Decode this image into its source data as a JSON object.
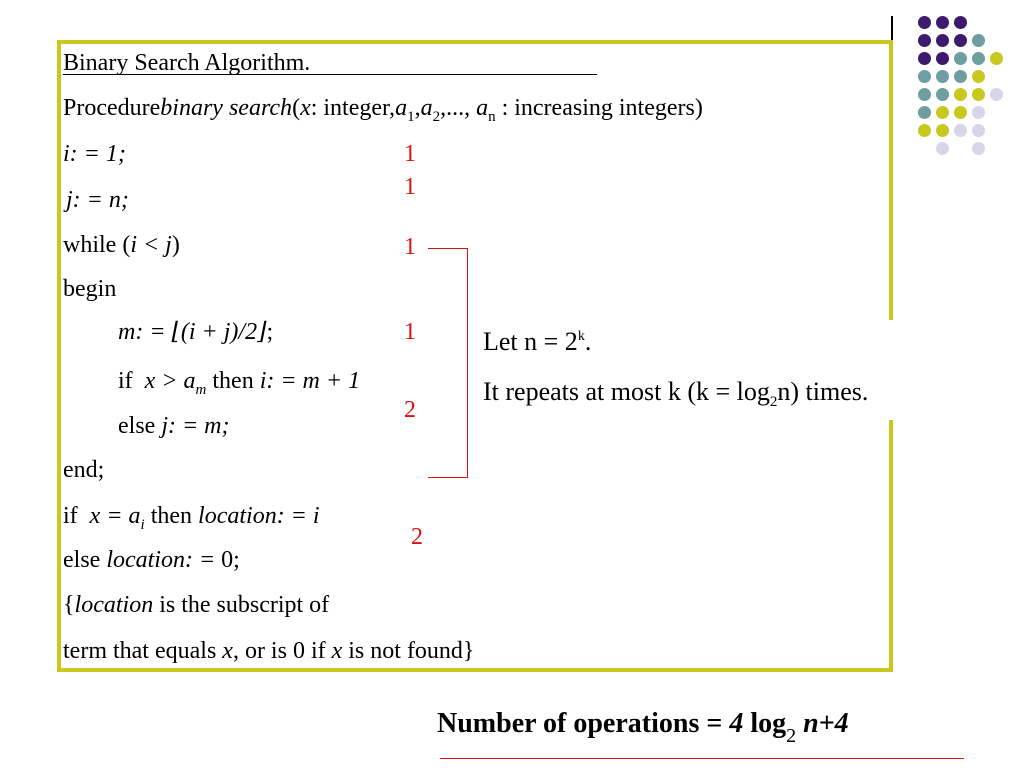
{
  "title": "Binary Search Algorithm.",
  "procedure": {
    "keyword": "Procedure",
    "name": "binary search",
    "open": "(",
    "param_x": "x",
    "type_x": ": integer,",
    "param_a": "a",
    "a1_sub": "1",
    "comma1": ",",
    "a2": "a",
    "a2_sub": "2",
    "ellipsis": ",..., ",
    "an": "a",
    "an_sub": "n",
    "type_a": " : increasing integers)"
  },
  "lines": {
    "l1": "i: = 1;",
    "l2": "j: = n;",
    "l3_kw": "while (",
    "l3_expr": "i < j",
    "l3_close": ")",
    "l4": "begin",
    "l5_a": "m: = ",
    "l5_b": "⌊(i + j)/2⌋",
    "l5_c": ";",
    "l6_kw": "if",
    "l6_x": "x > a",
    "l6_sub": "m",
    "l6_then": " then ",
    "l6_rest": "i: = m + 1",
    "l7_kw": "else ",
    "l7_rest": "j: = m;",
    "l8": "end;",
    "l9_kw": "if",
    "l9_x": "x = a",
    "l9_sub": "i",
    "l9_then": " then ",
    "l9_rest": "location: = i",
    "l10_kw": "else ",
    "l10_loc": "location: = ",
    "l10_val": "0;",
    "l11_open": "{",
    "l11_loc": "location",
    "l11_rest": " is the subscript of",
    "l12_a": "term that equals ",
    "l12_x": "x",
    "l12_b": ", or is 0 if ",
    "l12_x2": "x",
    "l12_c": " is not found}"
  },
  "op_counts": [
    "1",
    "1",
    "1",
    "1",
    "2",
    "2"
  ],
  "callout": {
    "line1_a": "Let  n = 2",
    "line1_sup": "k",
    "line1_b": ".",
    "line2_a": "It  repeats  at most k (k = log",
    "line2_sub": "2",
    "line2_b": "n) times."
  },
  "summary": {
    "label": "Number of operations = ",
    "coef": "4",
    "log": " log",
    "log_sub": "2",
    "rest": " n+4"
  },
  "colors": {
    "frame": "#c8c81e",
    "counts": "#e01010",
    "dot_purple": "#3d1a6e",
    "dot_teal": "#6e9ea0",
    "dot_yellow": "#c8c81e",
    "dot_lavender": "#d6d6e8"
  }
}
